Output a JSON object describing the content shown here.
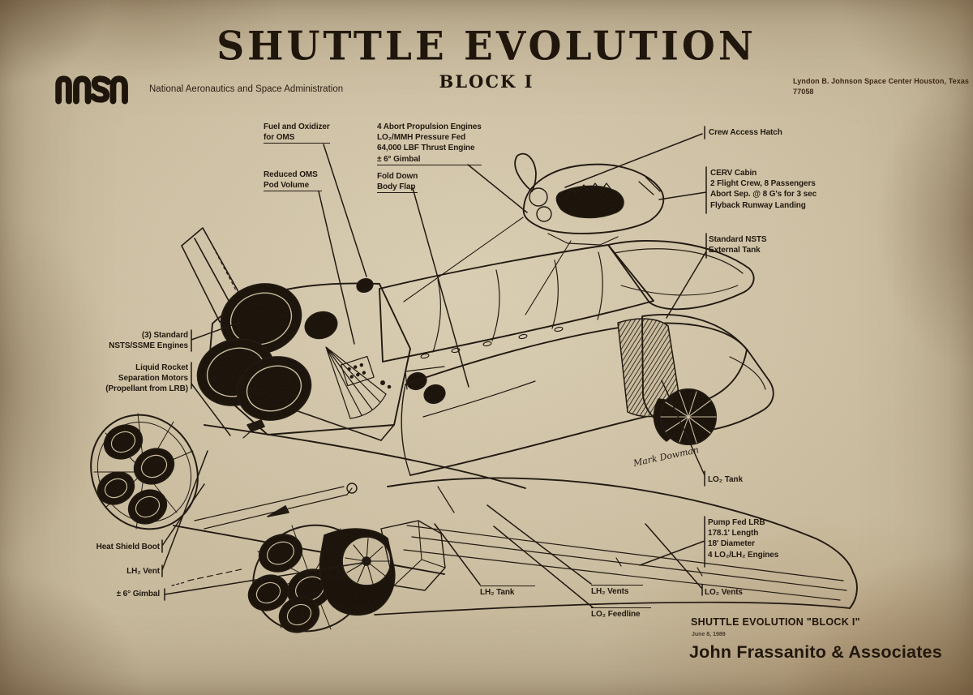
{
  "poster": {
    "title": "SHUTTLE EVOLUTION",
    "subtitle": "BLOCK I",
    "agency": {
      "logo_text": "NASA",
      "org_line1": "National Aeronautics and",
      "org_line2": "Space Administration"
    },
    "center": {
      "line1": "Lyndon B. Johnson Space Center",
      "line2": "Houston, Texas 77058"
    },
    "footer": {
      "drawing_title": "SHUTTLE EVOLUTION \"BLOCK I\"",
      "date": "June 8, 1989",
      "studio": "John Frassanito & Associates",
      "signature": "Mark Dowman"
    },
    "colors": {
      "paper": "#cbbda0",
      "ink": "#1c150e"
    },
    "labels": {
      "fuel_oms": {
        "lines": [
          "Fuel and Oxidizer",
          "for OMS"
        ]
      },
      "reduced_oms": {
        "lines": [
          "Reduced OMS",
          "Pod Volume"
        ]
      },
      "abort_engines": {
        "lines": [
          "4 Abort Propulsion Engines",
          "LO₂/MMH Pressure Fed",
          "64,000 LBF Thrust Engine",
          "± 6° Gimbal"
        ]
      },
      "body_flap": {
        "lines": [
          "Fold Down",
          "Body Flap"
        ]
      },
      "crew_hatch": {
        "lines": [
          "Crew Access Hatch"
        ]
      },
      "cerv_cabin": {
        "lines": [
          "CERV Cabin",
          "2 Flight Crew, 8 Passengers",
          "Abort Sep. @ 8 G's for 3 sec",
          "Flyback Runway Landing"
        ]
      },
      "external_tank": {
        "lines": [
          "Standard NSTS",
          "External Tank"
        ]
      },
      "ssme_engines": {
        "lines": [
          "(3) Standard",
          "NSTS/SSME Engines"
        ]
      },
      "sep_motors": {
        "lines": [
          "Liquid Rocket",
          "Separation Motors",
          "(Propellant from LRB)"
        ]
      },
      "heat_shield": {
        "lines": [
          "Heat Shield Boot"
        ]
      },
      "lh2_vent": {
        "lines": [
          "LH₂ Vent"
        ]
      },
      "gimbal_aft": {
        "lines": [
          "± 6° Gimbal"
        ]
      },
      "lh2_tank": {
        "lines": [
          "LH₂ Tank"
        ]
      },
      "lh2_vents": {
        "lines": [
          "LH₂ Vents"
        ]
      },
      "lo2_feedline": {
        "lines": [
          "LO₂ Feedline"
        ]
      },
      "lo2_vents": {
        "lines": [
          "LO₂ Vents"
        ]
      },
      "lo2_tank": {
        "lines": [
          "LO₂ Tank"
        ]
      },
      "pump_fed_lrb": {
        "lines": [
          "Pump Fed LRB",
          "178.1' Length",
          "18' Diameter",
          "4 LO₂/LH₂ Engines"
        ]
      }
    }
  }
}
